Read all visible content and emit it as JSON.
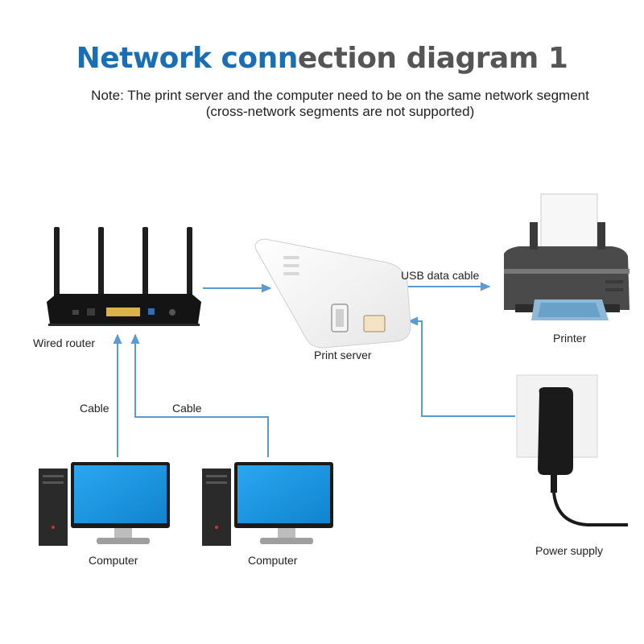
{
  "title": {
    "part1": "Network conn",
    "part2": "ection diagram 1"
  },
  "note": {
    "line1": "Note: The print server and the computer need to be on the same network segment",
    "line2": "(cross-network segments are not supported)"
  },
  "labels": {
    "router": "Wired router",
    "print_server": "Print server",
    "printer": "Printer",
    "power": "Power supply",
    "usb_cable": "USB data cable",
    "cable1": "Cable",
    "cable2": "Cable",
    "computer1": "Computer",
    "computer2": "Computer"
  },
  "colors": {
    "title_blue": "#1a6fb4",
    "title_gray": "#555555",
    "line": "#5b9bd1",
    "screen": "#1e9be8"
  }
}
